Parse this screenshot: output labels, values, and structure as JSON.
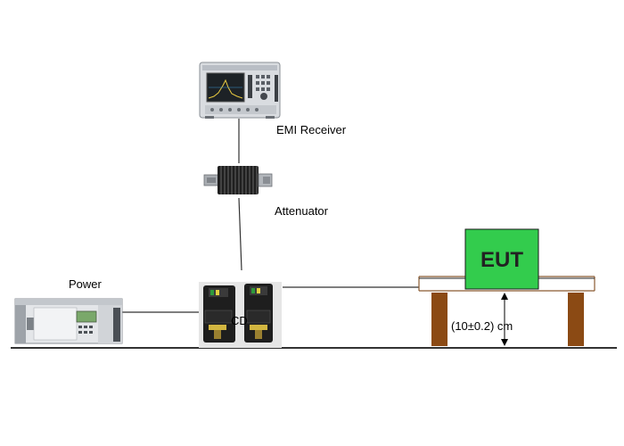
{
  "labels": {
    "emi_receiver": "EMI Receiver",
    "attenuator": "Attenuator",
    "power": "Power",
    "cdn": "CD",
    "eut": "EUT",
    "height": "(10±0.2) cm"
  },
  "colors": {
    "eut_fill": "#33cc4d",
    "table_legs": "#8b4a14",
    "table_top": "#c8824a",
    "cable": "#333333",
    "ground": "#333333"
  },
  "icons": {
    "receiver": "spectrum-analyzer-icon",
    "attenuator": "finned-attenuator-icon",
    "power": "rack-power-supply-icon",
    "cdn": "coupling-decoupling-network-icon"
  }
}
